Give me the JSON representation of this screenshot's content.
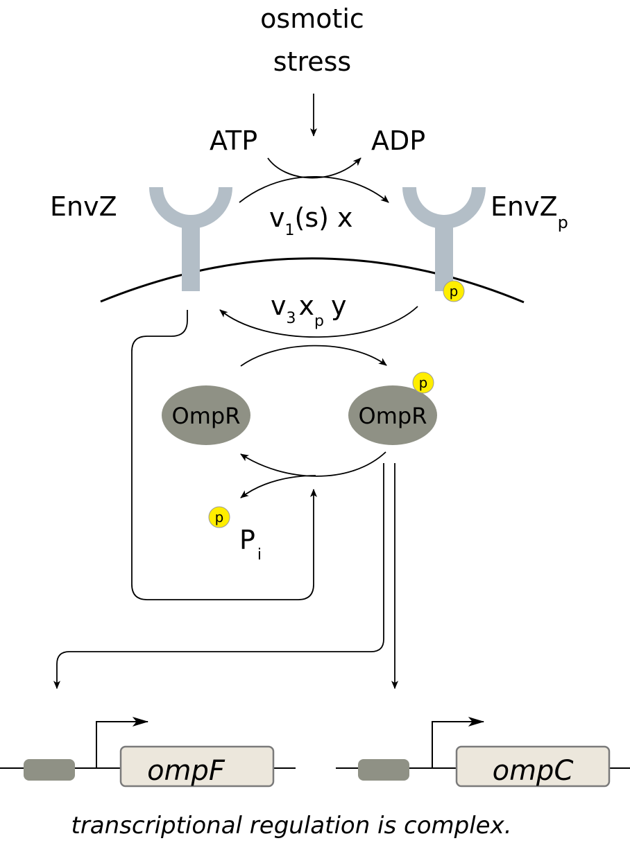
{
  "stimulus": {
    "line1": "osmotic",
    "line2": "stress"
  },
  "reactants": {
    "atp": "ATP",
    "adp": "ADP"
  },
  "envz": {
    "label": "EnvZ",
    "label_p_base": "EnvZ",
    "label_p_sub": "p"
  },
  "rates": {
    "v1_base": "v",
    "v1_sub": "1",
    "v1_rest": "(s) x",
    "v3_base": "v",
    "v3_sub": "3",
    "v3_x": "x",
    "v3_xsub": "p",
    "v3_y": "y"
  },
  "ompr": {
    "label": "OmpR",
    "label_p": "OmpR"
  },
  "phosphate": {
    "badge": "p",
    "pi_base": "P",
    "pi_sub": "i"
  },
  "genes": {
    "ompf": "ompF",
    "ompc": "ompC"
  },
  "caption": "transcriptional regulation is complex.",
  "colors": {
    "receptor": "#b3bec7",
    "ompr": "#8f9185",
    "phospho": "#ffee00",
    "gene_box": "#ece7dc",
    "box_stroke": "#7a7a7a"
  }
}
